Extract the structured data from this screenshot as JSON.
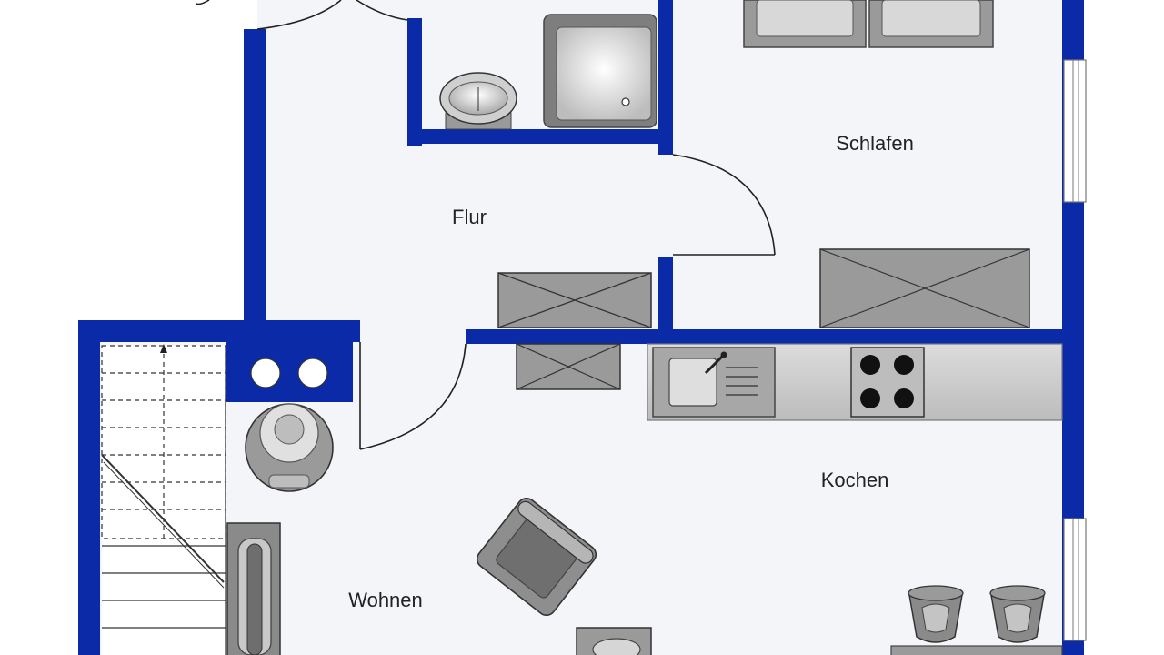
{
  "rooms": {
    "schlafen": "Schlafen",
    "flur": "Flur",
    "kochen": "Kochen",
    "wohnen": "Wohnen"
  },
  "colors": {
    "wall": "#0a2aa8",
    "floor": "#f4f5f9",
    "furniture": "#9a9a9a",
    "furniture_dark": "#5e5e5e",
    "furniture_light": "#d8d8d8"
  }
}
